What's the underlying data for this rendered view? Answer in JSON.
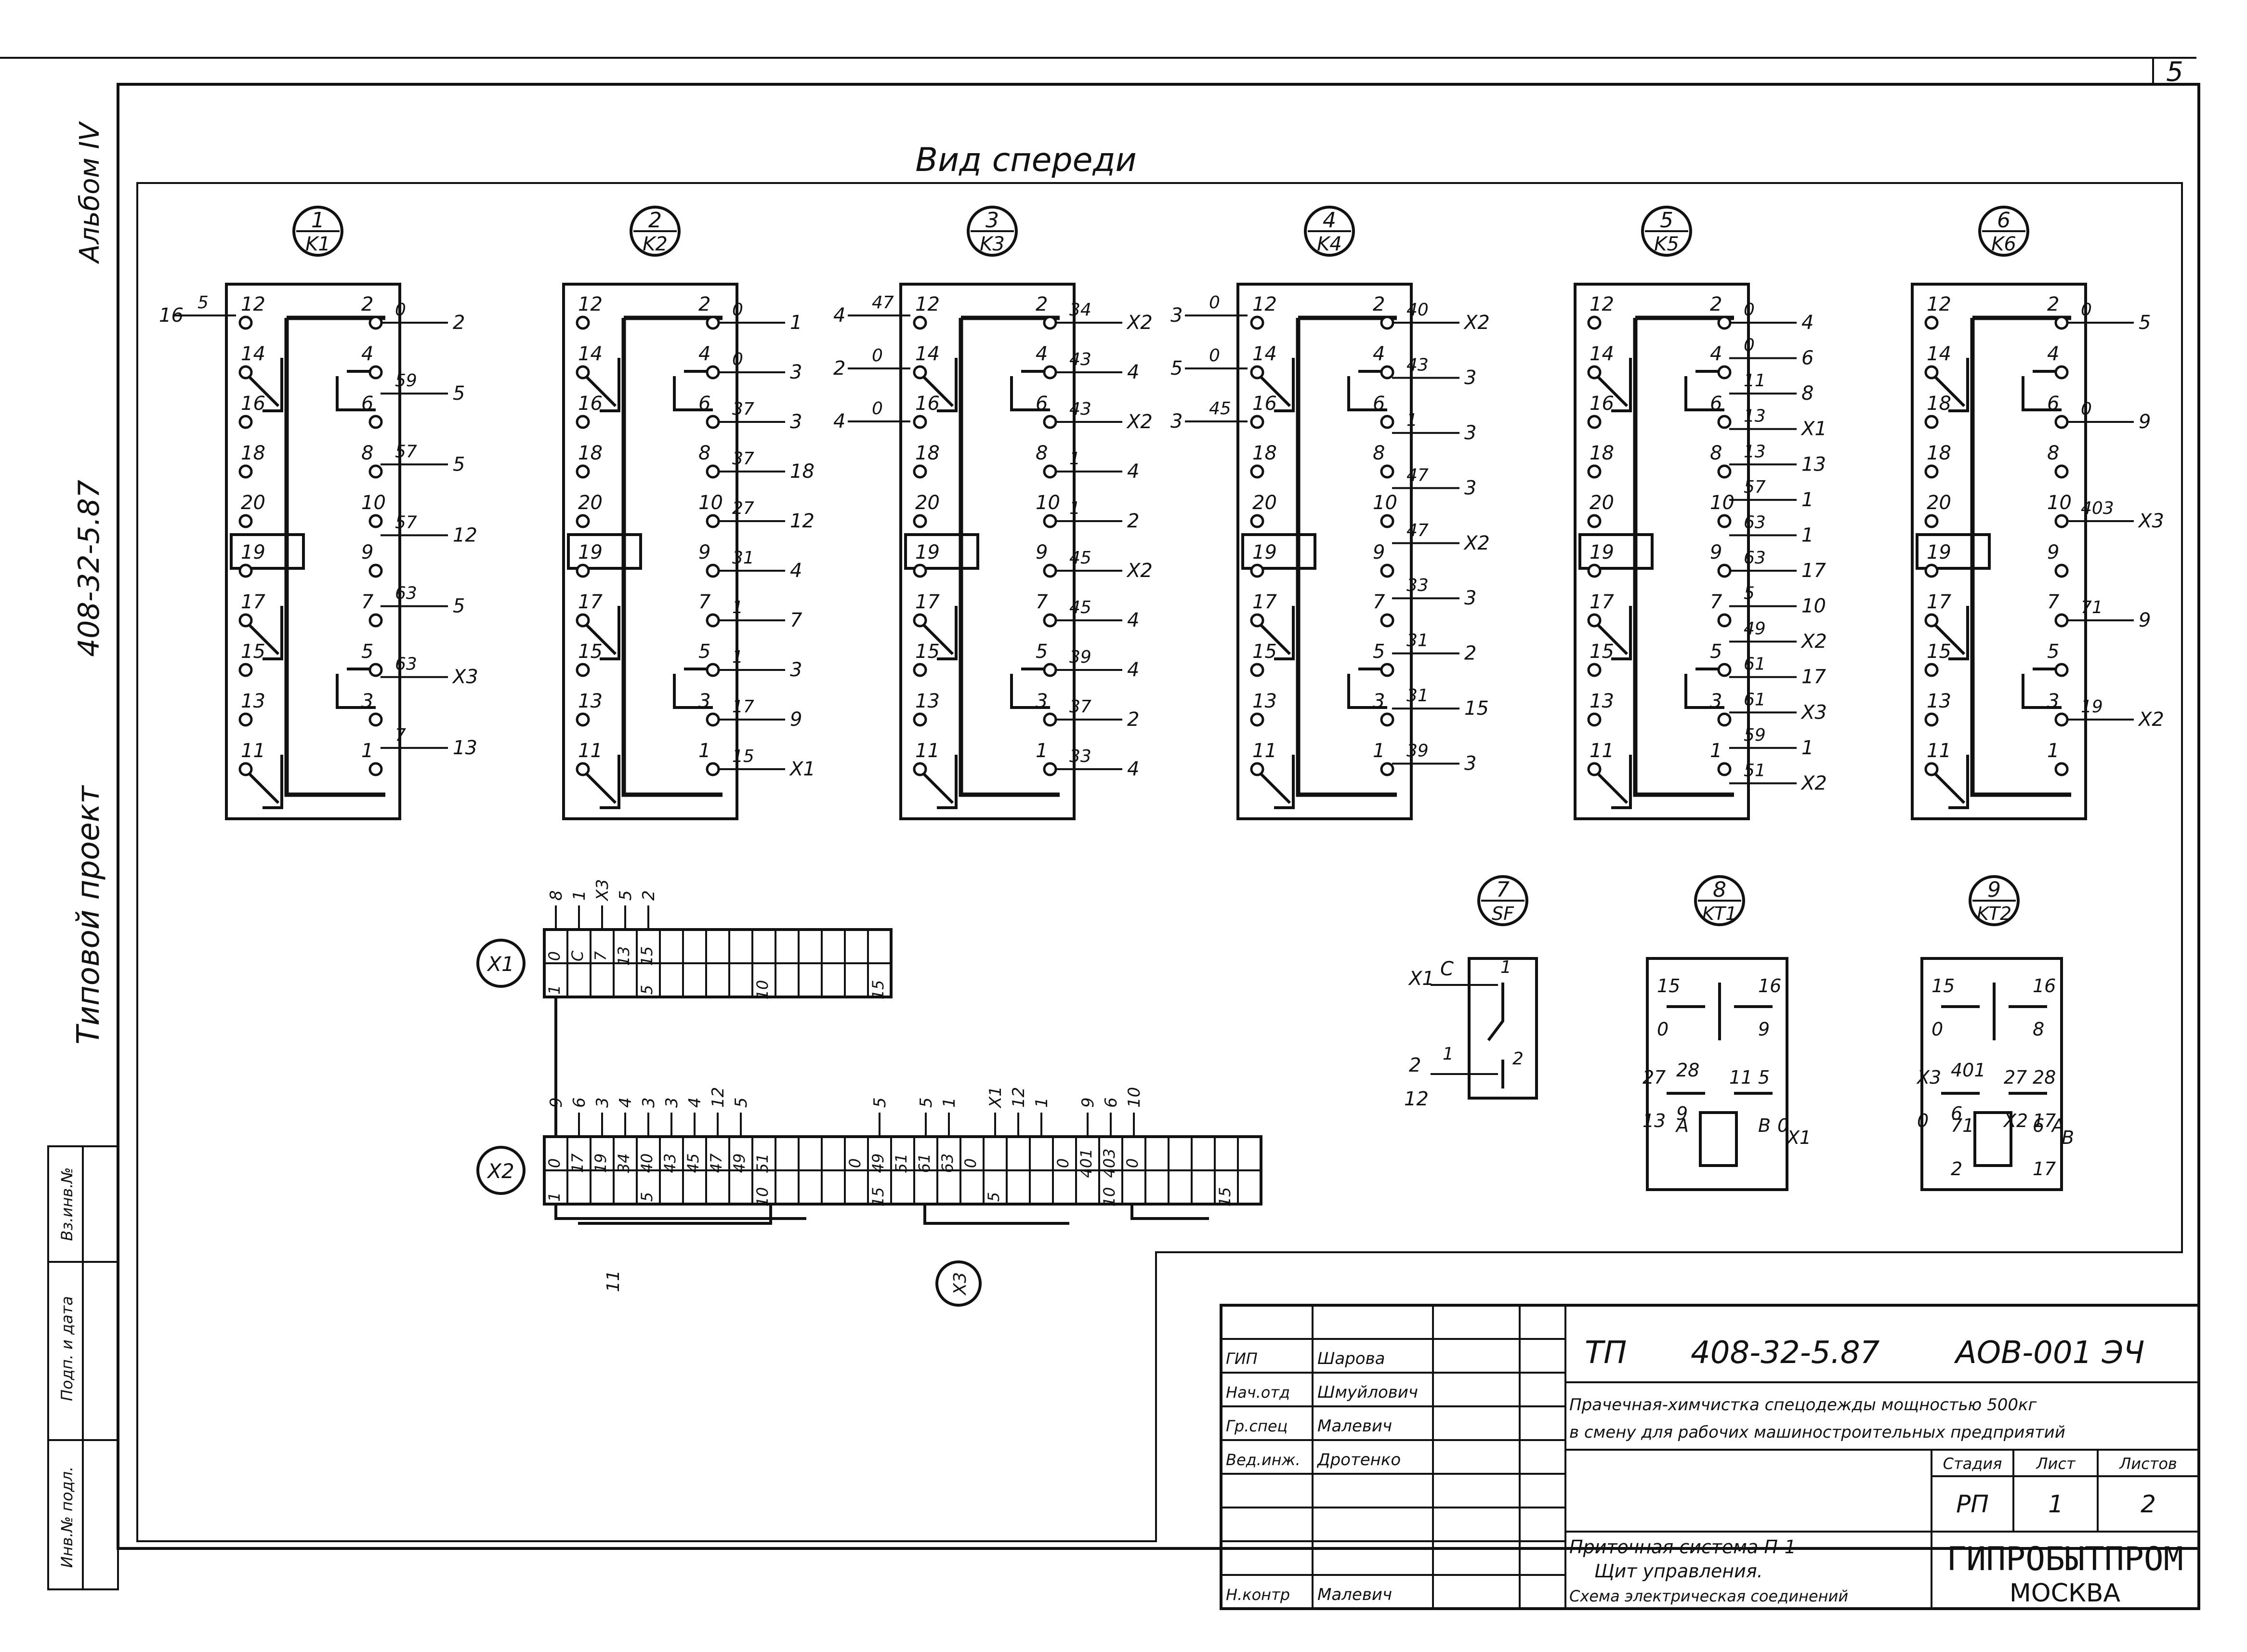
{
  "sheet_number": "5",
  "view_title": "Вид спереди",
  "side_labels": {
    "album": "Альбом IV",
    "project_code": "408-32-5.87",
    "project_type": "Типовой проект"
  },
  "left_stamp": [
    "Инв.№ подл.",
    "Подп. и дата",
    "Вз.инв.№"
  ],
  "relays": [
    {
      "num": "1",
      "ref": "K1",
      "left_pins": [
        "12",
        "14",
        "16",
        "18",
        "20",
        "19",
        "17",
        "15",
        "13",
        "11"
      ],
      "right_pins": [
        "2",
        "4",
        "6",
        "8",
        "10",
        "9",
        "7",
        "5",
        "3",
        "1"
      ],
      "wires_right": [
        [
          "0",
          "2"
        ],
        [
          "59",
          "5"
        ],
        [
          "57",
          "5"
        ],
        [
          "57",
          "12"
        ],
        [
          "63",
          "5"
        ],
        [
          "63",
          "X3"
        ],
        [
          "7",
          "13"
        ]
      ],
      "wires_left": [
        [
          "16",
          "5"
        ]
      ]
    },
    {
      "num": "2",
      "ref": "K2",
      "left_pins": [
        "12",
        "14",
        "16",
        "18",
        "20",
        "19",
        "17",
        "15",
        "13",
        "11"
      ],
      "right_pins": [
        "2",
        "4",
        "6",
        "8",
        "10",
        "9",
        "7",
        "5",
        "3",
        "1"
      ],
      "wires_right": [
        [
          "0",
          "1"
        ],
        [
          "0",
          "3"
        ],
        [
          "37",
          "3"
        ],
        [
          "37",
          "18"
        ],
        [
          "27",
          "12"
        ],
        [
          "31",
          "4"
        ],
        [
          "1",
          "7"
        ],
        [
          "1",
          "3"
        ],
        [
          "17",
          "9"
        ],
        [
          "15",
          "X1"
        ]
      ],
      "wires_left": []
    },
    {
      "num": "3",
      "ref": "K3",
      "left_pins": [
        "12",
        "14",
        "16",
        "18",
        "20",
        "19",
        "17",
        "15",
        "13",
        "11"
      ],
      "right_pins": [
        "2",
        "4",
        "6",
        "8",
        "10",
        "9",
        "7",
        "5",
        "3",
        "1"
      ],
      "wires_right": [
        [
          "34",
          "X2"
        ],
        [
          "43",
          "4"
        ],
        [
          "43",
          "X2"
        ],
        [
          "1",
          "4"
        ],
        [
          "1",
          "2"
        ],
        [
          "45",
          "X2"
        ],
        [
          "45",
          "4"
        ],
        [
          "39",
          "4"
        ],
        [
          "37",
          "2"
        ],
        [
          "33",
          "4"
        ]
      ],
      "wires_left": [
        [
          "4",
          "47"
        ],
        [
          "2",
          "0"
        ],
        [
          "4",
          "0"
        ]
      ]
    },
    {
      "num": "4",
      "ref": "K4",
      "left_pins": [
        "12",
        "14",
        "16",
        "18",
        "20",
        "19",
        "17",
        "15",
        "13",
        "11"
      ],
      "right_pins": [
        "2",
        "4",
        "6",
        "8",
        "10",
        "9",
        "7",
        "5",
        "3",
        "1"
      ],
      "wires_right": [
        [
          "40",
          "X2"
        ],
        [
          "43",
          "3"
        ],
        [
          "1",
          "3"
        ],
        [
          "47",
          "3"
        ],
        [
          "47",
          "X2"
        ],
        [
          "33",
          "3"
        ],
        [
          "31",
          "2"
        ],
        [
          "31",
          "15"
        ],
        [
          "39",
          "3"
        ]
      ],
      "wires_left": [
        [
          "3",
          "0"
        ],
        [
          "5",
          "0"
        ],
        [
          "3",
          "45"
        ]
      ]
    },
    {
      "num": "5",
      "ref": "K5",
      "left_pins": [
        "12",
        "14",
        "16",
        "18",
        "20",
        "19",
        "17",
        "15",
        "13",
        "11"
      ],
      "right_pins": [
        "2",
        "4",
        "6",
        "8",
        "10",
        "9",
        "7",
        "5",
        "3",
        "1"
      ],
      "wires_right": [
        [
          "0",
          "4"
        ],
        [
          "0",
          "6"
        ],
        [
          "11",
          "8"
        ],
        [
          "13",
          "X1"
        ],
        [
          "13",
          "13"
        ],
        [
          "57",
          "1"
        ],
        [
          "63",
          "1"
        ],
        [
          "63",
          "17"
        ],
        [
          "5",
          "10"
        ],
        [
          "49",
          "X2"
        ],
        [
          "61",
          "17"
        ],
        [
          "61",
          "X3"
        ],
        [
          "59",
          "1"
        ],
        [
          "51",
          "X2"
        ]
      ],
      "wires_left": []
    },
    {
      "num": "6",
      "ref": "K6",
      "left_pins": [
        "12",
        "14",
        "18",
        "18",
        "20",
        "19",
        "17",
        "15",
        "13",
        "11"
      ],
      "right_pins": [
        "2",
        "4",
        "6",
        "8",
        "10",
        "9",
        "7",
        "5",
        "3",
        "1"
      ],
      "wires_right": [
        [
          "0",
          "5"
        ],
        [
          "0",
          "9"
        ],
        [
          "403",
          "X3"
        ],
        [
          "71",
          "9"
        ],
        [
          "19",
          "X2"
        ]
      ],
      "wires_left": []
    }
  ],
  "terminal_x1": {
    "label": "X1",
    "wire_labels": [
      "8",
      "1",
      "X3",
      "5",
      "2"
    ],
    "row1": [
      "0",
      "C",
      "7",
      "13",
      "15",
      "",
      "",
      "",
      "",
      "",
      "",
      "",
      "",
      "",
      ""
    ],
    "row2": [
      "1",
      "",
      "",
      "",
      "5",
      "",
      "",
      "",
      "",
      "10",
      "",
      "",
      "",
      "",
      "15"
    ]
  },
  "terminal_x2": {
    "label": "X2",
    "wire_labels": [
      "9",
      "6",
      "3",
      "4",
      "3",
      "3",
      "4",
      "12",
      "5",
      "",
      "",
      "",
      "",
      "",
      "5",
      "",
      "5",
      "1",
      "",
      "X1",
      "12",
      "1",
      "",
      "9",
      "6",
      "10"
    ],
    "row1": [
      "0",
      "17",
      "19",
      "34",
      "40",
      "43",
      "45",
      "47",
      "49",
      "51",
      "",
      "",
      "",
      "0",
      "49",
      "51",
      "61",
      "63",
      "0",
      "",
      "",
      "",
      "0",
      "401",
      "403",
      "0",
      "",
      "",
      "",
      "",
      ""
    ],
    "row2": [
      "1",
      "",
      "",
      "",
      "5",
      "",
      "",
      "",
      "",
      "10",
      "",
      "",
      "",
      "",
      "15",
      "",
      "",
      "",
      "",
      "5",
      "",
      "",
      "",
      "",
      "10",
      "",
      "",
      "",
      "",
      "15"
    ],
    "x3_label": "X3",
    "bottom_wire": "11"
  },
  "sf": {
    "num": "7",
    "ref": "SF",
    "labels": [
      "X1",
      "C",
      "1",
      "2",
      "1",
      "2",
      "12"
    ]
  },
  "kt1": {
    "num": "8",
    "ref": "KT1",
    "labels": [
      "15",
      "16",
      "27",
      "28",
      "11",
      "5",
      "A",
      "B",
      "0",
      "X1",
      "0",
      "9",
      "13",
      "9"
    ]
  },
  "kt2": {
    "num": "9",
    "ref": "KT2",
    "labels": [
      "15",
      "16",
      "X3",
      "401",
      "27",
      "28",
      "71",
      "6",
      "A",
      "B",
      "0",
      "8",
      "0",
      "6",
      "X2",
      "17",
      "2",
      "17"
    ]
  },
  "title_block": {
    "roles": [
      "ГИП",
      "Нач.отд",
      "Гр.спец",
      "Вед.инж.",
      "",
      "",
      "",
      "Н.контр"
    ],
    "names": [
      "Шарова",
      "Шмуйлович",
      "Малевич",
      "Дротенко",
      "",
      "",
      "",
      "Малевич"
    ],
    "tp": "ТП",
    "doc_code": "408-32-5.87",
    "doc_mark": "АОВ-001 ЭЧ",
    "desc_line1": "Прачечная-химчистка спецодежды мощностью 500кг",
    "desc_line2": "в смену для рабочих машиностроительных предприятий",
    "stage_head": "Стадия",
    "sheet_head": "Лист",
    "sheets_head": "Листов",
    "stage": "РП",
    "sheet": "1",
    "sheets": "2",
    "sub_line1": "Приточная система П-1",
    "sub_line2": "Щит управления.",
    "sub_line3": "Схема электрическая соединений",
    "org": "ГИПРОБЫТПРОМ",
    "city": "МОСКВА"
  }
}
